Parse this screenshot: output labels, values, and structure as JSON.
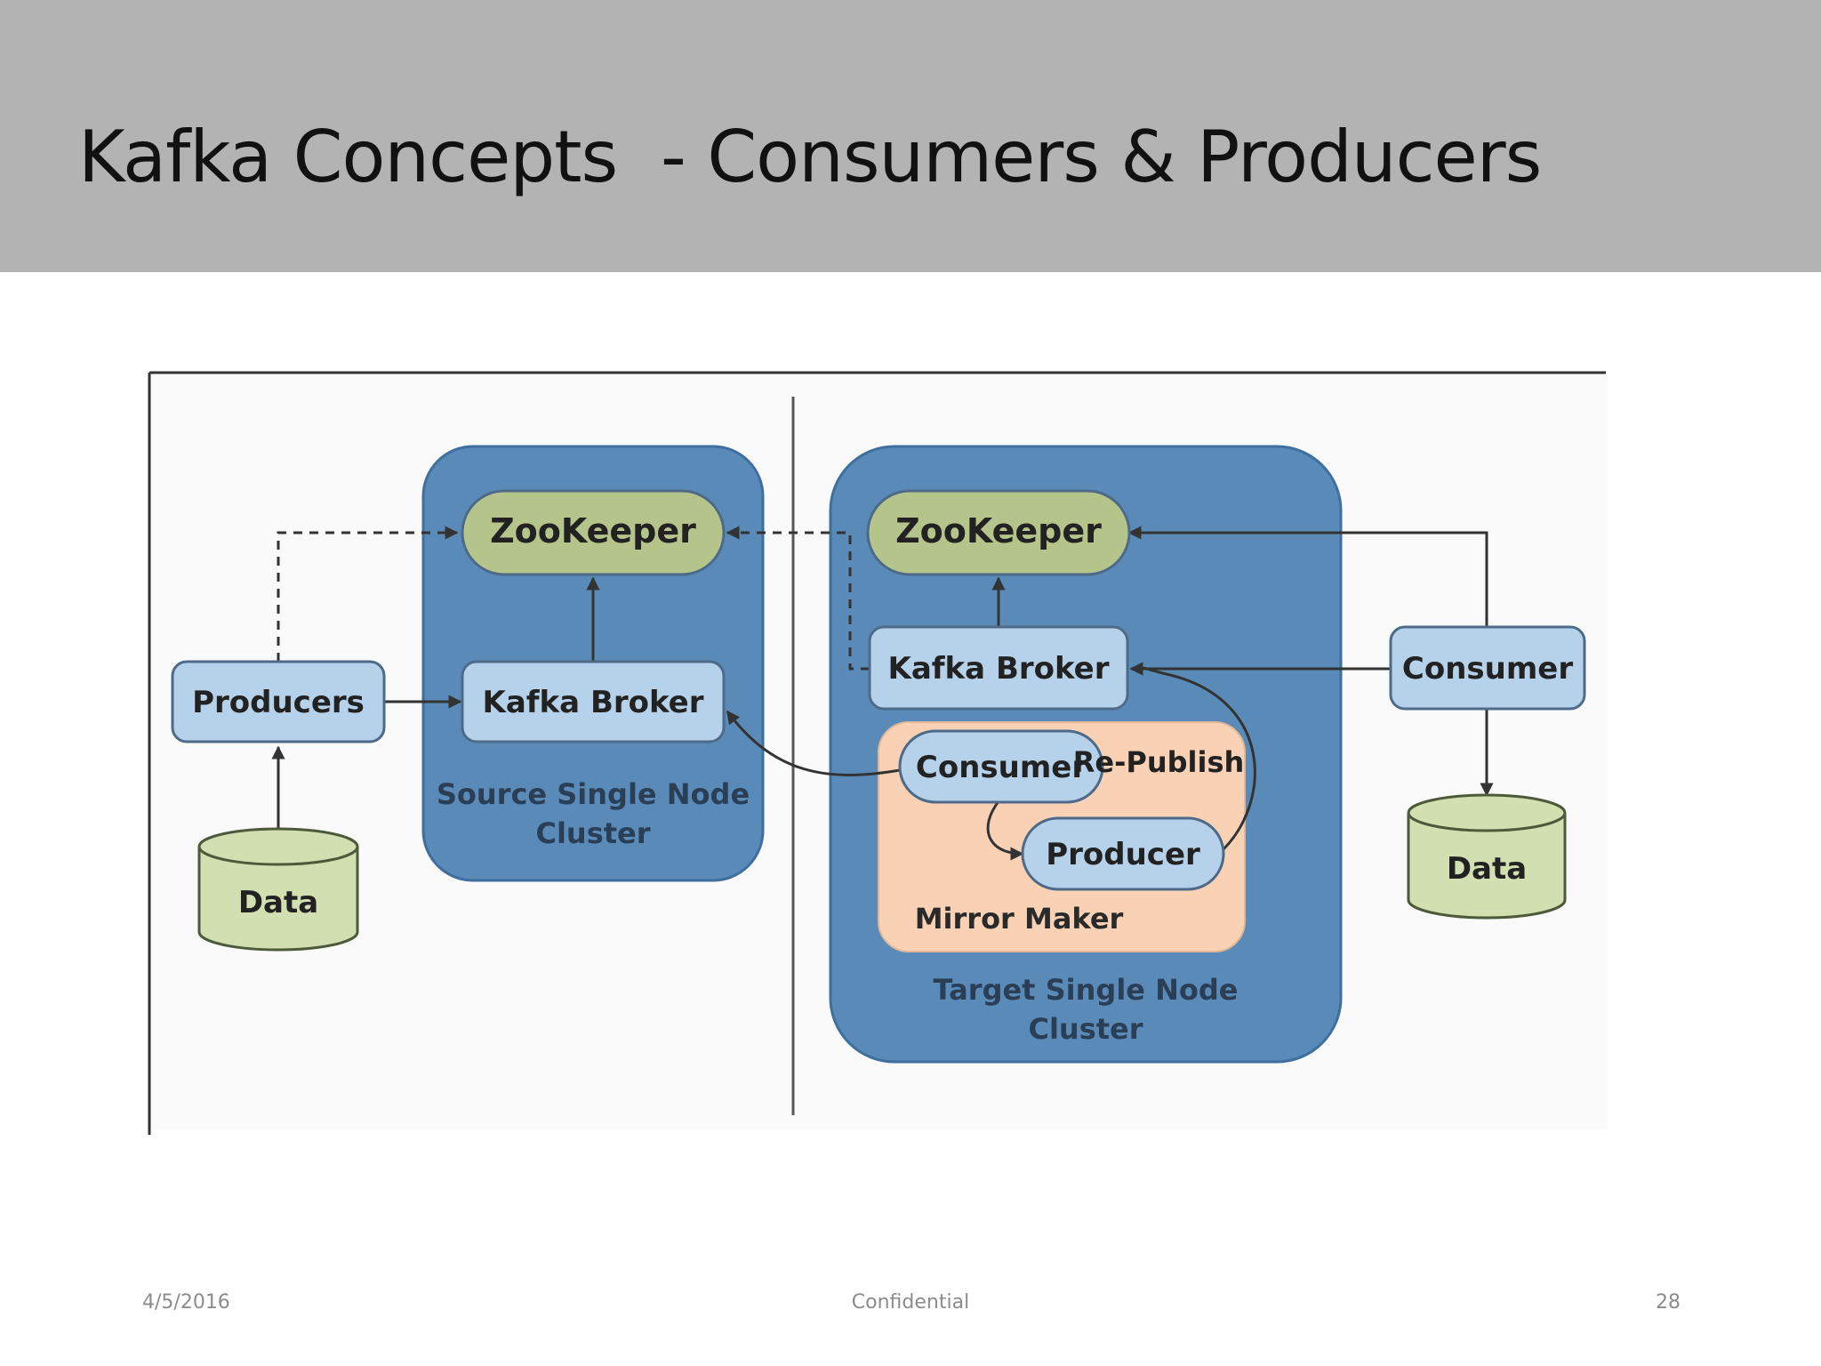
{
  "slide": {
    "title": "Kafka Concepts  - Consumers & Producers"
  },
  "diagram": {
    "producers": "Producers",
    "data_left": "Data",
    "source_cluster": {
      "zookeeper": "ZooKeeper",
      "broker": "Kafka Broker",
      "caption_line1": "Source Single Node",
      "caption_line2": "Cluster"
    },
    "target_cluster": {
      "zookeeper": "ZooKeeper",
      "broker": "Kafka Broker",
      "caption_line1": "Target Single Node",
      "caption_line2": "Cluster",
      "mirror_maker": {
        "label": "Mirror Maker",
        "consumer": "Consumer",
        "producer": "Producer",
        "republish": "Re-Publish"
      }
    },
    "consumer_right": "Consumer",
    "data_right": "Data",
    "colors": {
      "cluster_blue": "#5a8ab8",
      "node_light_blue": "#b6d1ea",
      "zookeeper_green": "#b5c48a",
      "data_green": "#d2dfb1",
      "mirror_peach": "#f9d2b6",
      "title_bar_gray": "#b3b3b3"
    }
  },
  "footer": {
    "date": "4/5/2016",
    "center": "Confidential",
    "page": "28"
  }
}
